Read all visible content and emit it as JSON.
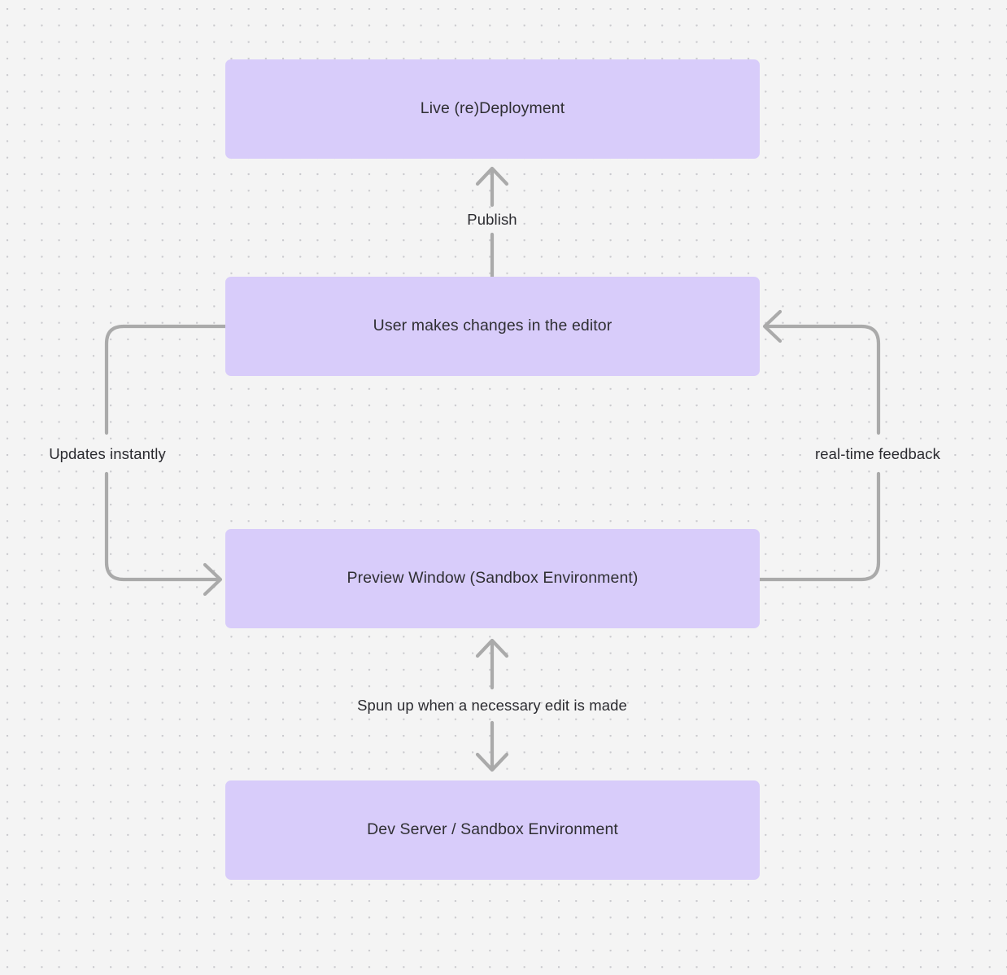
{
  "canvas": {
    "background_color": "#f4f4f4",
    "dot_color": "#c9c9cd",
    "node_color": "#d8ccfa",
    "edge_color": "#aaaaaa",
    "text_color": "#2f2f33"
  },
  "diagram": {
    "type": "flowchart",
    "nodes": [
      {
        "id": "live-deployment",
        "label": "Live (re)Deployment"
      },
      {
        "id": "user-edits",
        "label": "User makes changes in the editor"
      },
      {
        "id": "preview-window",
        "label": "Preview Window (Sandbox Environment)"
      },
      {
        "id": "dev-server",
        "label": "Dev Server / Sandbox Environment"
      }
    ],
    "edges": [
      {
        "id": "publish",
        "label": "Publish",
        "from": "user-edits",
        "to": "live-deployment",
        "direction": "up"
      },
      {
        "id": "updates-instantly",
        "label": "Updates instantly",
        "from": "user-edits",
        "to": "preview-window",
        "direction": "left-loop"
      },
      {
        "id": "real-time-feedback",
        "label": "real-time feedback",
        "from": "preview-window",
        "to": "user-edits",
        "direction": "right-loop"
      },
      {
        "id": "spun-up",
        "label": "Spun up when a necessary edit is made",
        "from": "preview-window",
        "to": "dev-server",
        "direction": "bidirectional"
      }
    ]
  }
}
